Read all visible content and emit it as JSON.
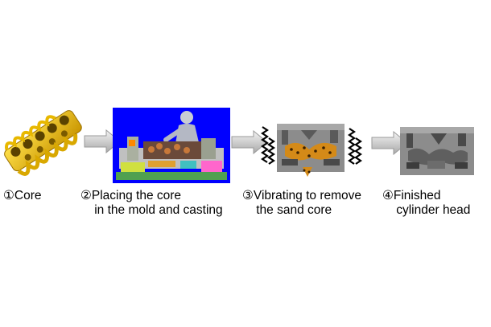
{
  "steps": [
    {
      "caption": "①Core",
      "image": "yellow-sand-core-illustration"
    },
    {
      "caption": "②Placing the core\n    in the mold and casting",
      "image": "casting-mold-worker-illustration"
    },
    {
      "caption": "③Vibrating to remove\n    the sand core",
      "image": "vibrating-cylinder-head-with-sand-illustration"
    },
    {
      "caption": "④Finished\n    cylinder head",
      "image": "finished-cylinder-head-illustration"
    }
  ],
  "arrows": [
    {
      "icon": "block-arrow-right-icon"
    },
    {
      "icon": "block-arrow-right-icon"
    },
    {
      "icon": "block-arrow-right-icon"
    }
  ],
  "colors": {
    "core_yellow": "#f2c200",
    "mold_background": "#0000ff",
    "casting_gray": "#8c8c8c",
    "sand_orange": "#d48a18",
    "arrow_gray": "#c8c8c8"
  }
}
